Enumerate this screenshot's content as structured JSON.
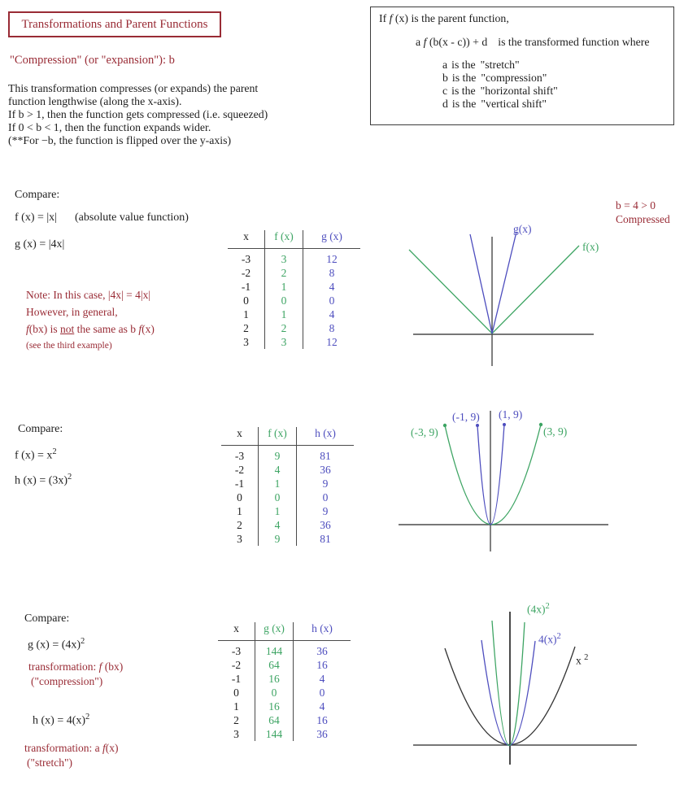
{
  "colors": {
    "maroon": "#992b35",
    "green": "#3da463",
    "blue": "#4d4dbe",
    "axis": "#4a4a4a"
  },
  "page": {
    "title": "Transformations and Parent Functions",
    "subtitle": "\"Compression\" (or \"expansion\"):  b",
    "intro_lines": [
      "This transformation compresses (or expands) the parent",
      "function lengthwise (along the x-axis).",
      "If b > 1, then the function gets compressed (i.e. squeezed)",
      "If 0 < b < 1, then the function expands wider.",
      "(**For  −b, the function is flipped over the y-axis)"
    ]
  },
  "formula_box": {
    "line1_pre": "If ",
    "line1_f": "f",
    "line1_post": " (x) is the parent function,",
    "line2_a": "a ",
    "line2_f": "f",
    "line2_expr": " (b(x - c)) + d",
    "line2_post": "is the transformed function where",
    "items": [
      {
        "v": "a",
        "mid": "is the",
        "desc": "\"stretch\""
      },
      {
        "v": "b",
        "mid": "is the",
        "desc": "\"compression\""
      },
      {
        "v": "c",
        "mid": "is the",
        "desc": "\"horizontal shift\""
      },
      {
        "v": "d",
        "mid": "is the",
        "desc": "\"vertical shift\""
      }
    ]
  },
  "sections": [
    {
      "compare": "Compare:",
      "fn1": "f (x) = |x|",
      "fn1_note": "(absolute value function)",
      "fn2": "g (x) = |4x|",
      "note": {
        "line1": "Note:  In this case, |4x| = 4|x|",
        "line2": "However,  in general,",
        "line3_f1": "f",
        "line3_a": "(bx) is ",
        "line3_not": "not",
        "line3_b": " the same as b ",
        "line3_f2": "f",
        "line3_c": "(x)",
        "line4": "(see the third example)"
      },
      "annotation": {
        "line1": "b = 4 > 0",
        "line2": "Compressed"
      },
      "table": {
        "headers": [
          "x",
          "f (x)",
          "g (x)"
        ],
        "rows": [
          [
            "-3",
            "3",
            "12"
          ],
          [
            "-2",
            "2",
            "8"
          ],
          [
            "-1",
            "1",
            "4"
          ],
          [
            "0",
            "0",
            "0"
          ],
          [
            "1",
            "1",
            "4"
          ],
          [
            "2",
            "2",
            "8"
          ],
          [
            "3",
            "3",
            "12"
          ]
        ]
      },
      "graph": {
        "label_blue": "g(x)",
        "label_green": "f(x)"
      }
    },
    {
      "compare": "Compare:",
      "fn1_base": "f (x) =  x",
      "fn1_sup": "2",
      "fn2_base": "h (x) =  (3x)",
      "fn2_sup": "2",
      "table": {
        "headers": [
          "x",
          "f (x)",
          "h (x)"
        ],
        "rows": [
          [
            "-3",
            "9",
            "81"
          ],
          [
            "-2",
            "4",
            "36"
          ],
          [
            "-1",
            "1",
            "9"
          ],
          [
            "0",
            "0",
            "0"
          ],
          [
            "1",
            "1",
            "9"
          ],
          [
            "2",
            "4",
            "36"
          ],
          [
            "3",
            "9",
            "81"
          ]
        ]
      },
      "graph": {
        "pt_green_left": "(-3, 9)",
        "pt_blue_left": "(-1, 9)",
        "pt_blue_right": "(1, 9)",
        "pt_green_right": "(3, 9)"
      }
    },
    {
      "compare": "Compare:",
      "fn1_base": "g (x) =  (4x)",
      "fn1_sup": "2",
      "t1_pre": "transformation:  ",
      "t1_f": "f",
      "t1_post": " (bx)",
      "t1_sub": "(\"compression\")",
      "fn2_base": "h (x) =  4(x)",
      "fn2_sup": "2",
      "t2_pre": "transformation:  a ",
      "t2_f": "f",
      "t2_post": "(x)",
      "t2_sub": "(\"stretch\")",
      "table": {
        "headers": [
          "x",
          "g (x)",
          "h (x)"
        ],
        "rows": [
          [
            "-3",
            "144",
            "36"
          ],
          [
            "-2",
            "64",
            "16"
          ],
          [
            "-1",
            "16",
            "4"
          ],
          [
            "0",
            "0",
            "0"
          ],
          [
            "1",
            "16",
            "4"
          ],
          [
            "2",
            "64",
            "16"
          ],
          [
            "3",
            "144",
            "36"
          ]
        ]
      },
      "graph": {
        "label_green_base": "(4x)",
        "label_green_sup": "2",
        "label_blue_base": "4(x)",
        "label_blue_sup": "2",
        "label_black_base": "x ",
        "label_black_sup": "2"
      }
    }
  ]
}
